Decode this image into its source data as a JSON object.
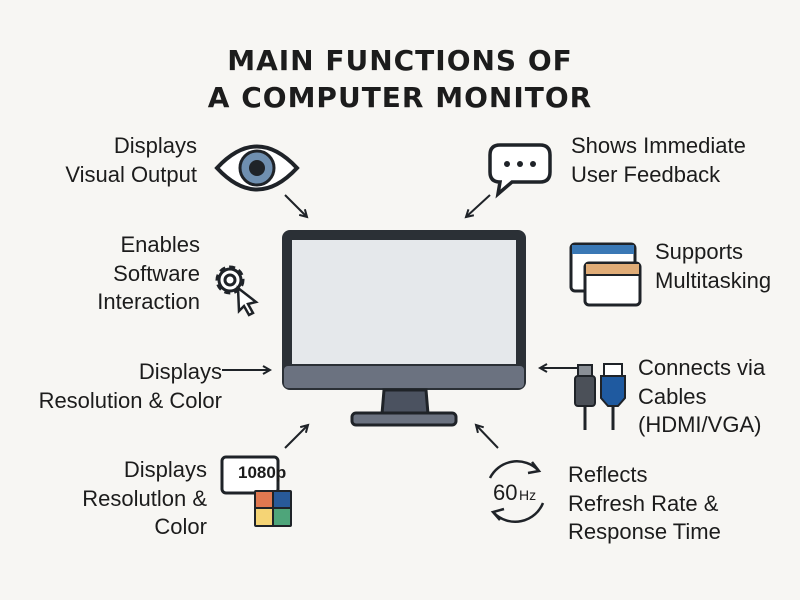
{
  "title": {
    "line1": "MAIN FUNCTIONS OF",
    "line2": "A COMPUTER MONITOR"
  },
  "functions": {
    "visual_output": [
      "Displays",
      "Visual Output"
    ],
    "user_feedback": [
      "Shows Immediate",
      "User Feedback"
    ],
    "software_interaction": [
      "Enables",
      "Software",
      "Interaction"
    ],
    "multitasking": [
      "Supports",
      "Multitasking"
    ],
    "resolution_color_1": [
      "Displays",
      "Resolution & Color"
    ],
    "cables": [
      "Connects via",
      "Cables",
      "(HDMI/VGA)"
    ],
    "resolution_color_2": [
      "Displays",
      "Resolutlon &",
      "Color"
    ],
    "refresh_rate": [
      "Reflects",
      "Refresh Rate &",
      "Response Time"
    ]
  },
  "icons": {
    "resolution_badge": "1080p",
    "refresh_badge": "60",
    "refresh_unit": "Hz"
  },
  "colors": {
    "background": "#f7f6f3",
    "outline": "#1f2328",
    "eye_iris": "#6f8fb0",
    "window_blue": "#3a78b5",
    "window_orange": "#e0ac77",
    "hdmi_blue": "#1f5aa0",
    "grid_colors": [
      "#e07850",
      "#285a9a",
      "#f5d475",
      "#4ea57a"
    ]
  }
}
